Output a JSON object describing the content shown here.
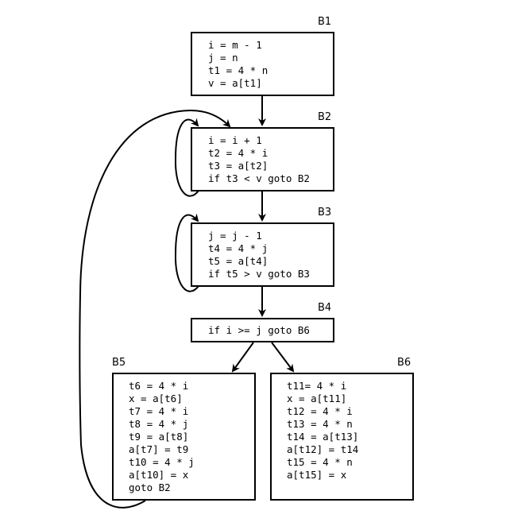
{
  "diagram": {
    "type": "control-flow-graph",
    "blocks": [
      {
        "id": "B1",
        "label": "B1",
        "lines": [
          "i = m - 1",
          "j = n",
          "t1 = 4 * n",
          "v = a[t1]"
        ]
      },
      {
        "id": "B2",
        "label": "B2",
        "lines": [
          "i = i + 1",
          "t2 = 4 * i",
          "t3 = a[t2]",
          "if t3 < v goto B2"
        ]
      },
      {
        "id": "B3",
        "label": "B3",
        "lines": [
          "j = j - 1",
          "t4 = 4 * j",
          "t5 = a[t4]",
          "if t5 > v goto B3"
        ]
      },
      {
        "id": "B4",
        "label": "B4",
        "lines": [
          "if i >= j goto B6"
        ]
      },
      {
        "id": "B5",
        "label": "B5",
        "lines": [
          "t6 = 4 * i",
          "x = a[t6]",
          "t7 = 4 * i",
          "t8 = 4 * j",
          "t9 = a[t8]",
          "a[t7] = t9",
          "t10 = 4 * j",
          "a[t10] = x",
          "goto B2"
        ]
      },
      {
        "id": "B6",
        "label": "B6",
        "lines": [
          "t11= 4 * i",
          "x = a[t11]",
          "t12 = 4 * i",
          "t13 = 4 * n",
          "t14 = a[t13]",
          "a[t12] = t14",
          "t15 = 4 * n",
          "a[t15] = x"
        ]
      }
    ],
    "edges": [
      {
        "from": "B1",
        "to": "B2"
      },
      {
        "from": "B2",
        "to": "B2"
      },
      {
        "from": "B2",
        "to": "B3"
      },
      {
        "from": "B3",
        "to": "B3"
      },
      {
        "from": "B3",
        "to": "B4"
      },
      {
        "from": "B4",
        "to": "B5"
      },
      {
        "from": "B4",
        "to": "B6"
      },
      {
        "from": "B5",
        "to": "B2"
      }
    ]
  }
}
